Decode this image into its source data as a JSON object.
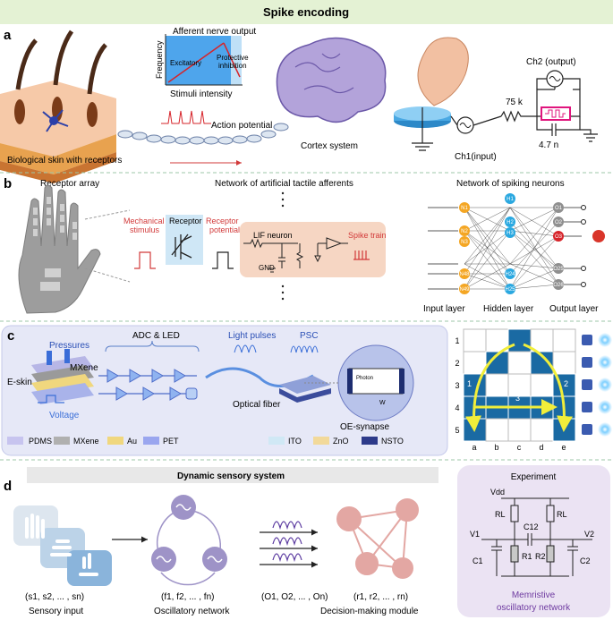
{
  "header": {
    "title": "Spike encoding"
  },
  "panel_a": {
    "letter": "a",
    "skin_label": "Biological skin with receptors",
    "chart_title": "Afferent nerve output",
    "y_label": "Frequency",
    "x_label": "Stimuli intensity",
    "excitatory": "Excitatory",
    "protective_1": "Protective",
    "protective_2": "inhibition",
    "action_potential": "Action potential",
    "cortex": "Cortex system",
    "ch1": "Ch1(input)",
    "ch2": "Ch2 (output)",
    "resistor": "75 k",
    "capacitor": "4.7 n"
  },
  "panel_b": {
    "letter": "b",
    "receptor_array": "Receptor array",
    "network_afferents": "Network of artificial tactile afferents",
    "network_spiking": "Network of spiking neurons",
    "mech_1": "Mechanical",
    "mech_2": "stimulus",
    "receptor": "Receptor",
    "rp_1": "Receptor",
    "rp_2": "potential",
    "lif": "LIF neuron",
    "spike_train": "Spike train",
    "gnd": "GND",
    "input_layer": "Input layer",
    "hidden_layer": "Hidden layer",
    "output_layer": "Output layer",
    "inputs": [
      "N1",
      "N2",
      "N3",
      "N48",
      "N49"
    ],
    "hidden": [
      "H1",
      "H2",
      "H3",
      "H24",
      "H25"
    ],
    "outputs": [
      "O1",
      "O2",
      "O3",
      "O25",
      "O26"
    ]
  },
  "panel_c": {
    "letter": "c",
    "pressures": "Pressures",
    "mxene": "MXene",
    "eskin": "E-skin",
    "voltage": "Voltage",
    "adc_led": "ADC & LED",
    "light_pulses": "Light pulses",
    "optical_fiber": "Optical fiber",
    "psc": "PSC",
    "oe_synapse": "OE-synapse",
    "photon": "Photon",
    "w": "W",
    "legend": [
      "PDMS",
      "MXene",
      "Au",
      "PET",
      "ITO",
      "ZnO",
      "NSTO"
    ],
    "grid_rows": [
      "1",
      "2",
      "3",
      "4",
      "5"
    ],
    "grid_cols": [
      "a",
      "b",
      "c",
      "d",
      "e"
    ],
    "strokes": [
      "1",
      "2",
      "3"
    ]
  },
  "panel_d": {
    "letter": "d",
    "dynamic_title": "Dynamic sensory system",
    "sensory_tuple": "(s1, s2, ... , sn)",
    "sensory_input": "Sensory input",
    "osc_tuple": "(f1, f2, ... , fn)",
    "osc_network": "Oscillatory network",
    "out_tuple": "(O1, O2, ... , On)",
    "decision_tuple": "(r1, r2, ... , rn)",
    "decision": "Decision-making module",
    "experiment": "Experiment",
    "vdd": "Vdd",
    "rl1": "RL",
    "rl2": "RL",
    "c12": "C12",
    "v1": "V1",
    "v2": "V2",
    "r1": "R1",
    "r2": "R2",
    "c1": "C1",
    "c2": "C2",
    "memristive_1": "Memristive",
    "memristive_2": "oscillatory network"
  },
  "colors": {
    "header_bg": "#e4f2d4",
    "divider": "#9cc7a8",
    "panel_c_bg": "#e6e8f7",
    "grid_blue": "#1a6aa3",
    "purple_box": "#ebe3f3",
    "osc_purple": "#9e93c7",
    "decision_red": "#e3a7a3"
  }
}
